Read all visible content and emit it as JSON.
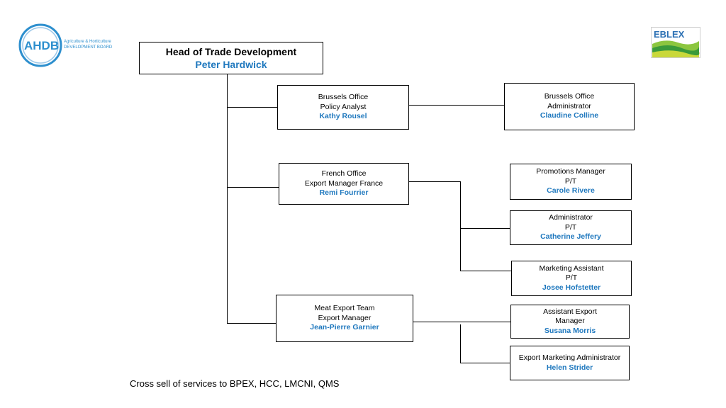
{
  "logos": {
    "ahdb": {
      "abbr": "AHDB",
      "line1": "Agriculture & Horticulture",
      "line2": "DEVELOPMENT BOARD",
      "color": "#2d8fce"
    },
    "eblex": {
      "label": "EBLEX",
      "color": "#2a6fb3"
    }
  },
  "head": {
    "title": "Head of Trade Development",
    "name": "Peter Hardwick"
  },
  "brussels_analyst": {
    "line1": "Brussels Office",
    "line2": "Policy Analyst",
    "name": "Kathy Rousel"
  },
  "brussels_admin": {
    "line1": "Brussels Office",
    "line2": "Administrator",
    "name": "Claudine Colline"
  },
  "french_office": {
    "line1": "French Office",
    "line2": "Export Manager France",
    "name": "Remi Fourrier"
  },
  "promotions": {
    "line1": "Promotions Manager",
    "line2": "P/T",
    "name": "Carole Rivere"
  },
  "administrator": {
    "line1": "Administrator",
    "line2": "P/T",
    "name": "Catherine Jeffery"
  },
  "marketing_assistant": {
    "line1": "Marketing Assistant",
    "line2": "P/T",
    "name": "Josee Hofstetter"
  },
  "meat_export": {
    "line1": "Meat Export Team",
    "line2": "Export Manager",
    "name": "Jean-Pierre Garnier"
  },
  "assistant_export": {
    "line1": "Assistant Export",
    "line2": "Manager",
    "name": "Susana Morris"
  },
  "export_marketing_admin": {
    "line1": "Export Marketing Administrator",
    "name": "Helen Strider"
  },
  "footer": "Cross sell of services to BPEX, HCC, LMCNI, QMS"
}
